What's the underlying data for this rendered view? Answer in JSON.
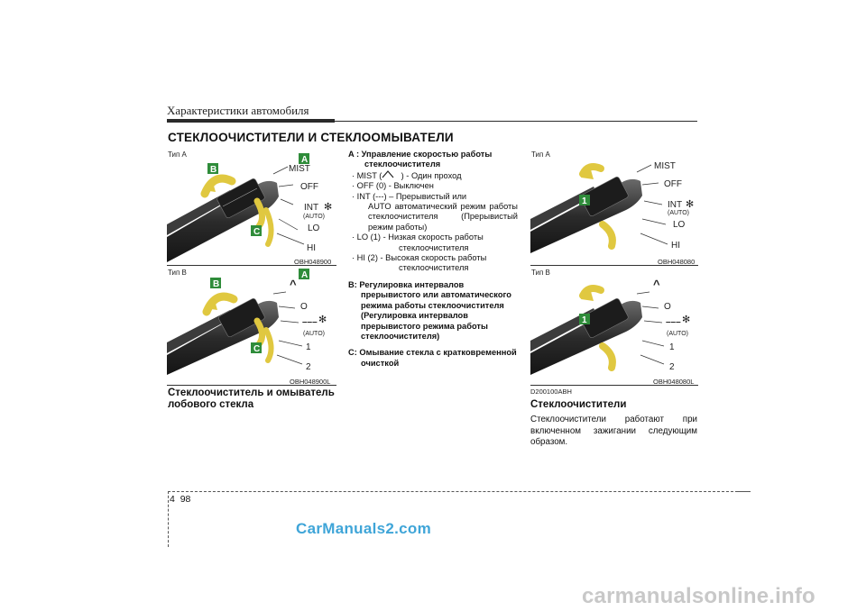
{
  "header": {
    "section_title": "Характеристики автомобиля",
    "chapter_title": "СТЕКЛООЧИСТИТЕЛИ И СТЕКЛООМЫВАТЕЛИ"
  },
  "left_figures": {
    "a": {
      "type_label": "Тип A",
      "code": "OBH048900",
      "badge_a": "A",
      "badge_b": "B",
      "badge_c": "C",
      "labels": {
        "mist": "MIST",
        "off": "OFF",
        "int": "INT",
        "auto": "(AUTO)",
        "lo": "LO",
        "hi": "HI"
      }
    },
    "b": {
      "type_label": "Тип B",
      "code": "OBH048900L",
      "badge_a": "A",
      "badge_b": "B",
      "badge_c": "C",
      "labels": {
        "caret": "^",
        "zero": "O",
        "dashes": "–––",
        "auto": "(AUTO)",
        "one": "1",
        "two": "2"
      }
    },
    "caption": "Стеклоочиститель и омыватель лобового стекла"
  },
  "middle": {
    "a_head": "A : Управление скоростью работы",
    "a_head2": "стеклоочистителя",
    "mist_pre": "· MIST (",
    "mist_post": ") - Один проход",
    "off": "· OFF (0) - Выключен",
    "int_1": "· INT (---) – Прерывистый или",
    "int_2": "AUTO автоматический режим работы стеклоочистителя (Прерывистый режим работы)",
    "lo_1": "· LO (1) - Низкая скорость работы",
    "lo_2": "стеклоочистителя",
    "hi_1": "· HI (2) - Высокая скорость работы",
    "hi_2": "стеклоочистителя",
    "b_text": "B: Регулировка интервалов прерывистого или автоматического режима работы стеклоочистителя (Регулировка интервалов прерывистого режима работы стеклоочистителя)",
    "c_text": "C: Омывание стекла с кратковременной очисткой"
  },
  "right_figures": {
    "a": {
      "type_label": "Тип A",
      "code": "OBH048080",
      "badge_one": "1",
      "labels": {
        "mist": "MIST",
        "off": "OFF",
        "int": "INT",
        "auto": "(AUTO)",
        "lo": "LO",
        "hi": "HI"
      }
    },
    "b": {
      "type_label": "Тип B",
      "code": "OBH048080L",
      "badge_one": "1",
      "labels": {
        "caret": "^",
        "zero": "O",
        "dashes": "–––",
        "auto": "(AUTO)",
        "one": "1",
        "two": "2"
      }
    }
  },
  "right_text": {
    "doc_code": "D200100ABH",
    "title": "Стеклоочистители",
    "body": "Стеклоочистители работают при включенном зажигании следующим образом."
  },
  "footer": {
    "chapter": "4",
    "page": "98"
  },
  "watermarks": {
    "site1": "CarManuals2.com",
    "site2": "carmanualsonline.info"
  },
  "colors": {
    "badge_green": "#2f8c3a",
    "arrow_yellow": "#e0c840",
    "stalk_dark": "#2b2b2b",
    "watermark_blue": "#3fa5d8"
  }
}
